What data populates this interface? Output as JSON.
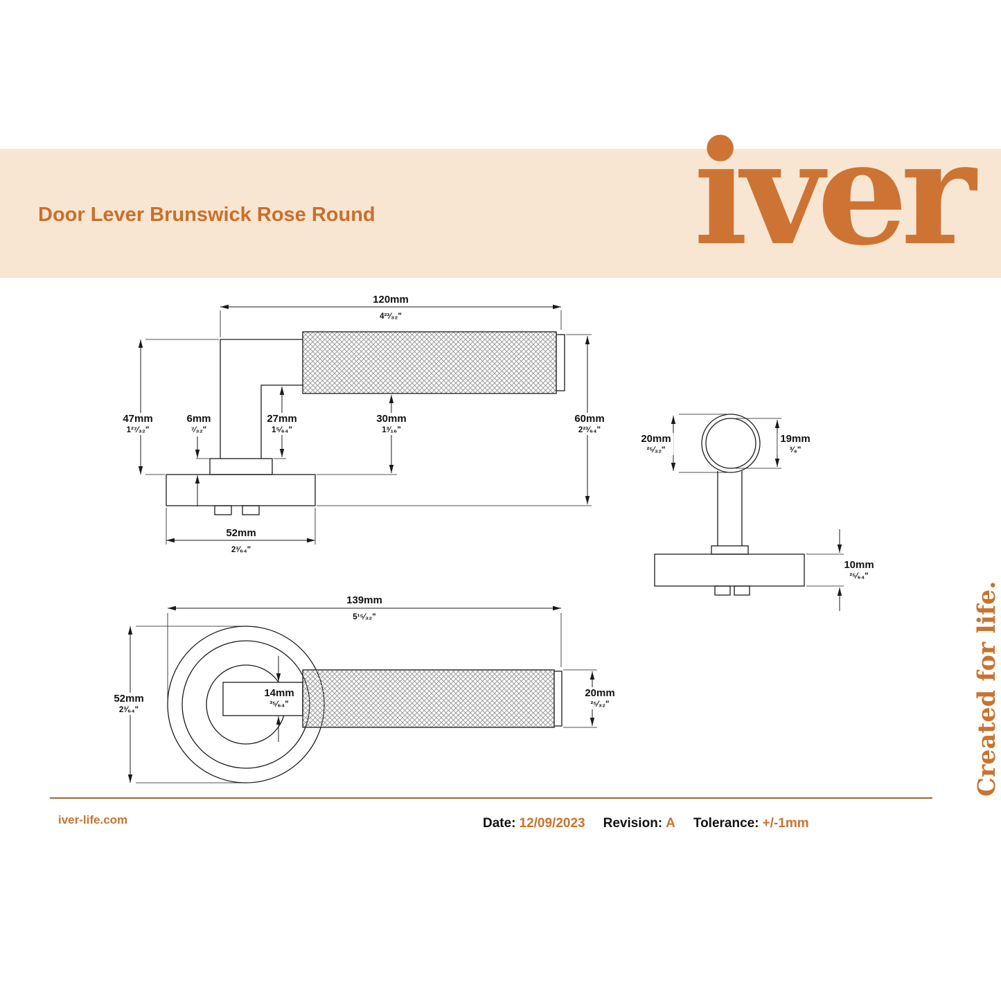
{
  "header": {
    "title": "Door Lever Brunswick Rose Round",
    "logo_text": "iver"
  },
  "vertical_tagline": "Created for life.",
  "footer": {
    "website": "iver-life.com",
    "date_label": "Date:",
    "date_value": "12/09/2023",
    "revision_label": "Revision:",
    "revision_value": "A",
    "tolerance_label": "Tolerance:",
    "tolerance_value": "+/-1mm"
  },
  "colors": {
    "accent_orange": "#c8732e",
    "banner_peach": "#f8e6d2",
    "line_black": "#1a1a1a"
  },
  "dims": {
    "side_width": {
      "mm": "120mm",
      "inch": "4²³⁄₃₂\""
    },
    "side_height": {
      "mm": "47mm",
      "inch": "1²⁷⁄₃₂\""
    },
    "side_collar": {
      "mm": "6mm",
      "inch": "⁷⁄₃₂\""
    },
    "side_neck": {
      "mm": "27mm",
      "inch": "1⁵⁄₆₄\""
    },
    "side_drop": {
      "mm": "30mm",
      "inch": "1³⁄₁₆\""
    },
    "side_total": {
      "mm": "60mm",
      "inch": "2²³⁄₆₄\""
    },
    "side_rose": {
      "mm": "52mm",
      "inch": "2³⁄₆₄\""
    },
    "end_outer": {
      "mm": "20mm",
      "inch": "²⁵⁄₃₂\""
    },
    "end_inner": {
      "mm": "19mm",
      "inch": "³⁄₄\""
    },
    "end_plate": {
      "mm": "10mm",
      "inch": "²⁵⁄₆₄\""
    },
    "front_length": {
      "mm": "139mm",
      "inch": "5¹⁵⁄₃₂\""
    },
    "front_rose": {
      "mm": "52mm",
      "inch": "2³⁄₆₄\""
    },
    "front_neck": {
      "mm": "14mm",
      "inch": "³⁵⁄₆₄\""
    },
    "front_handle": {
      "mm": "20mm",
      "inch": "²⁵⁄₃₂\""
    }
  }
}
